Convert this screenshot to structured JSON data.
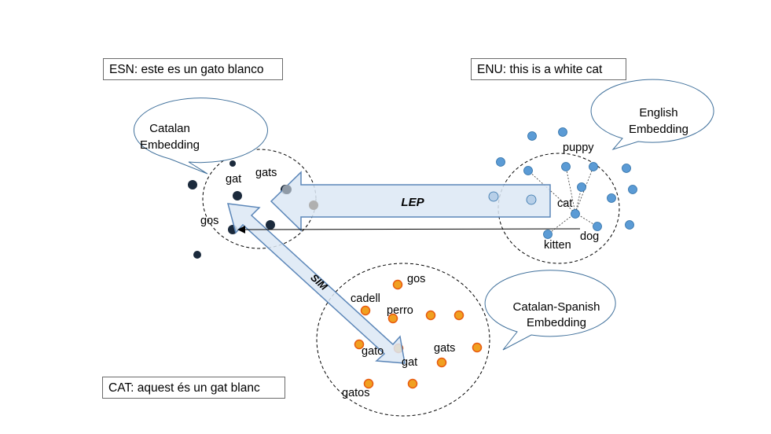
{
  "sentences": {
    "esn": "ESN: este es un gato blanco",
    "enu": "ENU: this is a white cat",
    "cat": "CAT: aquest és un gat blanc"
  },
  "callouts": {
    "catalan": [
      "Catalan",
      "Embedding"
    ],
    "english": [
      "English",
      "Embedding"
    ],
    "catalan_spanish": [
      "Catalan-Spanish",
      "Embedding"
    ]
  },
  "arrows": {
    "lep": "LEP",
    "sim": "SIM"
  },
  "word_labels": {
    "catalan": [
      "gats",
      "gat",
      "gos"
    ],
    "english": [
      "puppy",
      "cat",
      "dog",
      "kitten"
    ],
    "catalan_spanish": [
      "gos",
      "cadell",
      "perro",
      "gato",
      "gats",
      "gat",
      "gatos"
    ]
  },
  "colors": {
    "catalan_point": "#1b2a3c",
    "english_point": "#5b9bd5",
    "english_point_edge": "#2e6fa7",
    "catalan_spanish_point": "#f0a020",
    "catalan_spanish_point_edge": "#e85a10",
    "arrow_fill": "#dce8f5",
    "arrow_stroke": "#5b86b8",
    "callout_stroke": "#41719c"
  }
}
